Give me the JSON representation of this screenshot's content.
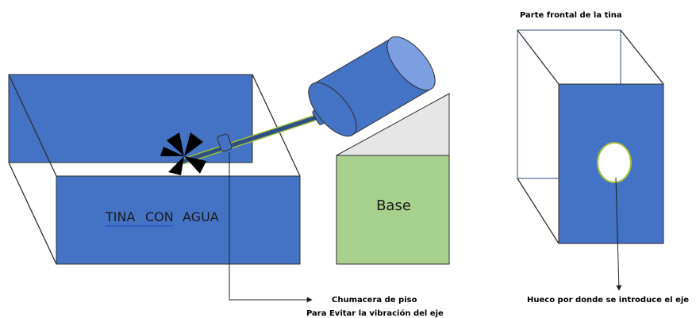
{
  "colors": {
    "blue": "#4472C4",
    "blue_light": "#7B9FE0",
    "green": "#A9D18E",
    "gray": "#E7E6E6",
    "outline": "#2F2F2F",
    "underline": "#2B55C8"
  },
  "labels": {
    "tank_text_1": "TINA",
    "tank_text_2": "CON",
    "tank_text_3": "AGUA",
    "base": "Base",
    "callout_bearing_line1": "Chumacera de piso",
    "callout_bearing_line2": "Para Evitar la vibración del eje",
    "front_view_title": "Parte frontal de la tina",
    "callout_hole": "Hueco por donde se introduce el eje"
  },
  "icons": {
    "propeller": "propeller-icon",
    "bearing": "bearing-icon",
    "motor": "motor-cylinder-icon"
  }
}
